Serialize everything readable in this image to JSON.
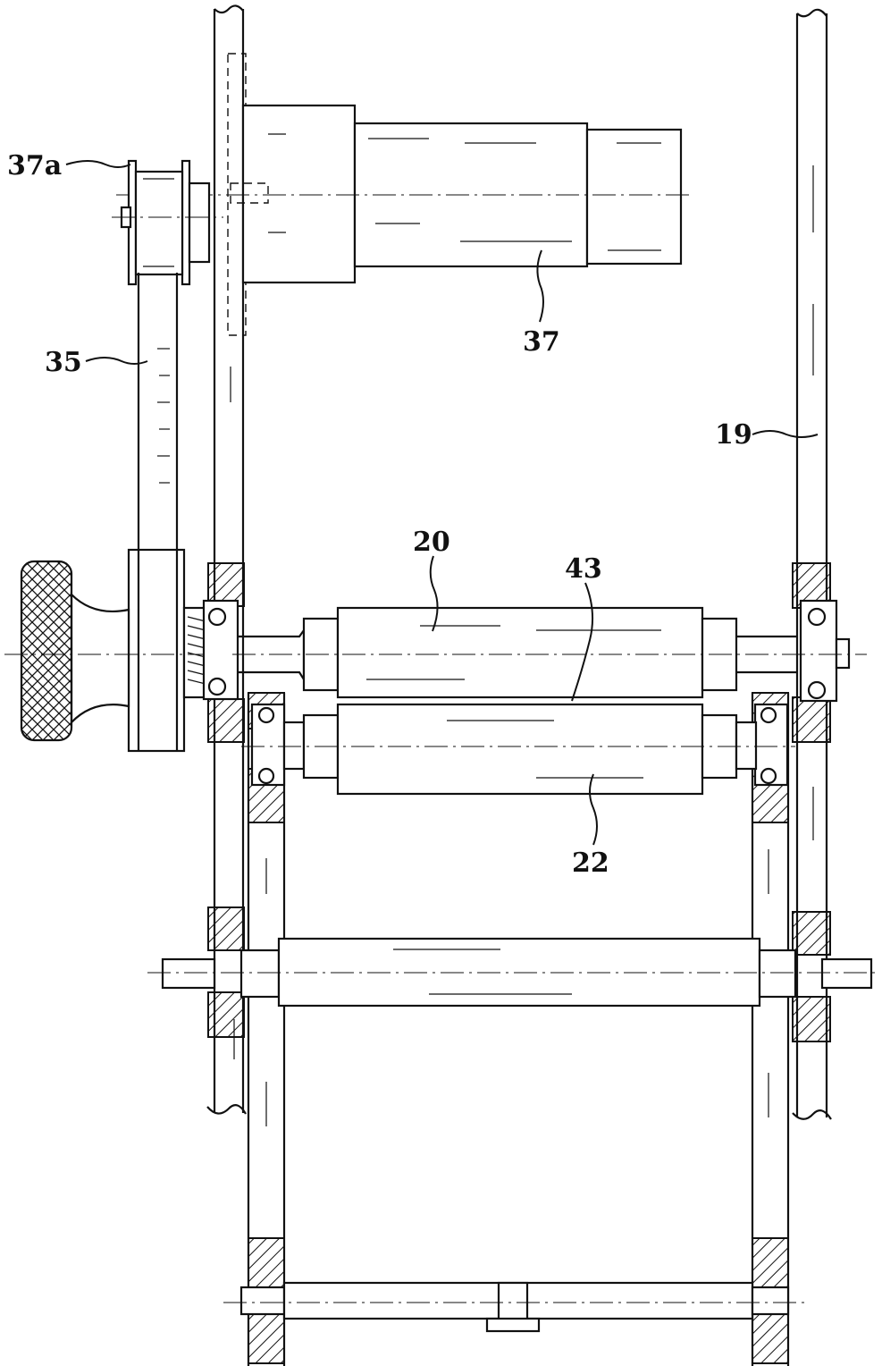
{
  "labels": {
    "motor_pulley": "37a",
    "belt": "35",
    "motor": "37",
    "frame": "19",
    "upper_roller": "20",
    "nip": "43",
    "lower_roller": "22"
  }
}
